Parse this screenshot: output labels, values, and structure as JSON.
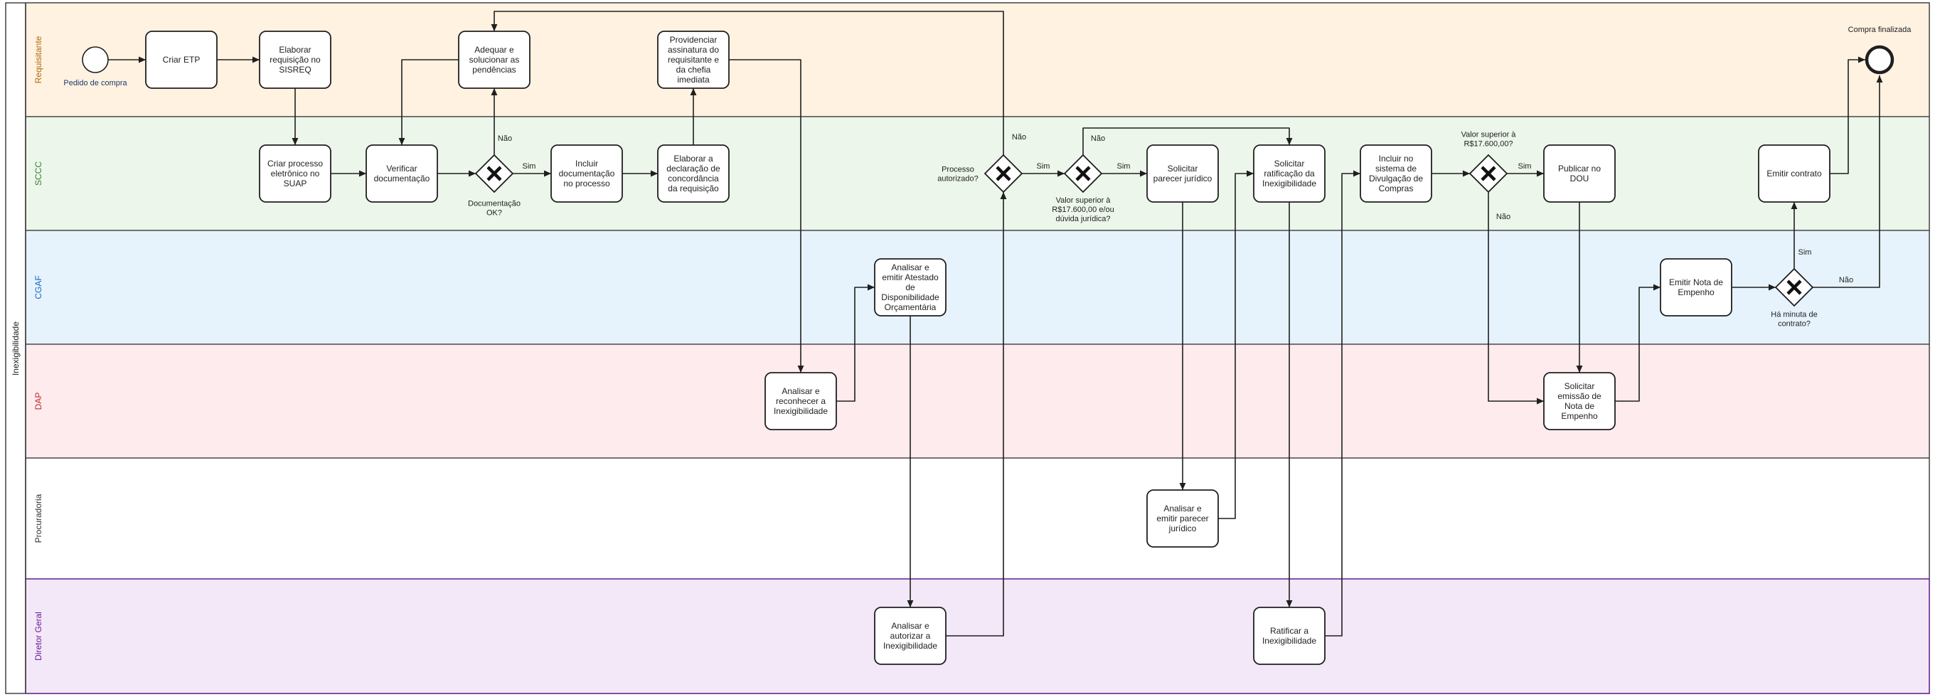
{
  "pool": {
    "label": "Inexigibilidade"
  },
  "lanes": [
    {
      "id": "requisitante",
      "label": "Requisitante",
      "fill": "#fff2e0",
      "border": "#4a4a4a",
      "text_color": "#b06a10"
    },
    {
      "id": "sccc",
      "label": "SCCC",
      "fill": "#ecf6ea",
      "border": "#4a4a4a",
      "text_color": "#2e7d32"
    },
    {
      "id": "cgaf",
      "label": "CGAF",
      "fill": "#e6f3fc",
      "border": "#4a4a4a",
      "text_color": "#1565c0"
    },
    {
      "id": "dap",
      "label": "DAP",
      "fill": "#fdebee",
      "border": "#4a4a4a",
      "text_color": "#c62828"
    },
    {
      "id": "procuradoria",
      "label": "Procuradoria",
      "fill": "#ffffff",
      "border": "#4a4a4a",
      "text_color": "#333333"
    },
    {
      "id": "diretor",
      "label": "Diretor Geral",
      "fill": "#f3e8f7",
      "border": "#6a1b9a",
      "text_color": "#6a1b9a"
    }
  ],
  "events": [
    {
      "id": "start",
      "type": "start",
      "label": "Pedido de compra"
    },
    {
      "id": "end",
      "type": "end",
      "label": "Compra finalizada"
    }
  ],
  "tasks": [
    {
      "id": "t-criar-etp",
      "lines": [
        "Criar ETP"
      ]
    },
    {
      "id": "t-elaborar-req",
      "lines": [
        "Elaborar",
        "requisição no",
        "SISREQ"
      ]
    },
    {
      "id": "t-adequar",
      "lines": [
        "Adequar e",
        "solucionar as",
        "pendências"
      ]
    },
    {
      "id": "t-providenciar",
      "lines": [
        "Providenciar",
        "assinatura do",
        "requisitante e",
        "da chefia",
        "imediata"
      ]
    },
    {
      "id": "t-criar-processo",
      "lines": [
        "Criar processo",
        "eletrônico no",
        "SUAP"
      ]
    },
    {
      "id": "t-verificar",
      "lines": [
        "Verificar",
        "documentação"
      ]
    },
    {
      "id": "t-incluir-doc",
      "lines": [
        "Incluir",
        "documentação",
        "no processo"
      ]
    },
    {
      "id": "t-elaborar-decl",
      "lines": [
        "Elaborar a",
        "declaração de",
        "concordância",
        "da requisição"
      ]
    },
    {
      "id": "t-solicitar-parecer",
      "lines": [
        "Solicitar",
        "parecer jurídico"
      ]
    },
    {
      "id": "t-solicitar-ratif",
      "lines": [
        "Solicitar",
        "ratificação da",
        "Inexigibilidade"
      ]
    },
    {
      "id": "t-incluir-sistema",
      "lines": [
        "Incluir no",
        "sistema de",
        "Divulgação de",
        "Compras"
      ]
    },
    {
      "id": "t-publicar",
      "lines": [
        "Publicar no",
        "DOU"
      ]
    },
    {
      "id": "t-emitir-contrato",
      "lines": [
        "Emitir contrato"
      ]
    },
    {
      "id": "t-analisar-atestado",
      "lines": [
        "Analisar e",
        "emitir Atestado",
        "de",
        "Disponibilidade",
        "Orçamentária"
      ]
    },
    {
      "id": "t-emitir-nota",
      "lines": [
        "Emitir Nota de",
        "Empenho"
      ]
    },
    {
      "id": "t-analisar-reconhecer",
      "lines": [
        "Analisar e",
        "reconhecer a",
        "Inexigibilidade"
      ]
    },
    {
      "id": "t-solicitar-emissao",
      "lines": [
        "Solicitar",
        "emissão de",
        "Nota de",
        "Empenho"
      ]
    },
    {
      "id": "t-analisar-parecer",
      "lines": [
        "Analisar e",
        "emitir parecer",
        "jurídico"
      ]
    },
    {
      "id": "t-analisar-autorizar",
      "lines": [
        "Analisar e",
        "autorizar a",
        "Inexigibilidade"
      ]
    },
    {
      "id": "t-ratificar",
      "lines": [
        "Ratificar a",
        "Inexigibilidade"
      ]
    }
  ],
  "gateways": [
    {
      "id": "g-doc",
      "lines": [
        "Documentação",
        "OK?"
      ]
    },
    {
      "id": "g-processo",
      "lines": [
        "Processo",
        "autorizado?"
      ]
    },
    {
      "id": "g-valor1",
      "lines": [
        "Valor superior à",
        "R$17.600,00 e/ou",
        "dúvida jurídica?"
      ]
    },
    {
      "id": "g-valor2",
      "lines": [
        "Valor superior à",
        "R$17.600,00?"
      ]
    },
    {
      "id": "g-minuta",
      "lines": [
        "Há minuta de",
        "contrato?"
      ]
    }
  ],
  "flow_labels": [
    {
      "id": "fl-doc-nao",
      "text": "Não"
    },
    {
      "id": "fl-doc-sim",
      "text": "Sim"
    },
    {
      "id": "fl-proc-nao",
      "text": "Não"
    },
    {
      "id": "fl-proc-sim",
      "text": "Sim"
    },
    {
      "id": "fl-val1-nao",
      "text": "Não"
    },
    {
      "id": "fl-val1-sim",
      "text": "Sim"
    },
    {
      "id": "fl-val2-sim",
      "text": "Sim"
    },
    {
      "id": "fl-val2-nao",
      "text": "Não"
    },
    {
      "id": "fl-min-sim",
      "text": "Sim"
    },
    {
      "id": "fl-min-nao",
      "text": "Não"
    }
  ],
  "colors": {
    "stroke": "#1f1f1f",
    "task_fill": "#ffffff",
    "text": "#222222"
  }
}
